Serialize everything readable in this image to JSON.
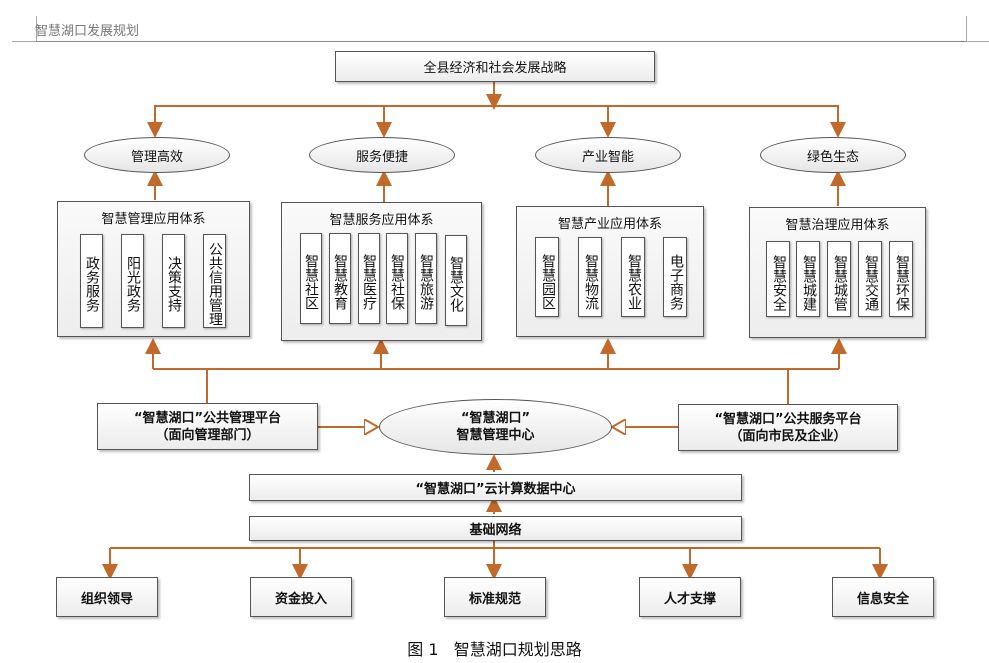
{
  "header": {
    "doc_title": "智慧湖口发展规划"
  },
  "top": {
    "strategy": "全县经济和社会发展战略"
  },
  "goals": [
    "管理高效",
    "服务便捷",
    "产业智能",
    "绿色生态"
  ],
  "systems": [
    {
      "title": "智慧管理应用体系",
      "items": [
        "政务服务",
        "阳光政务",
        "决策支持",
        "公共信用管理"
      ]
    },
    {
      "title": "智慧服务应用体系",
      "items": [
        "智慧社区",
        "智慧教育",
        "智慧医疗",
        "智慧社保",
        "智慧旅游",
        "智慧文化"
      ]
    },
    {
      "title": "智慧产业应用体系",
      "items": [
        "智慧园区",
        "智慧物流",
        "智慧农业",
        "电子商务"
      ]
    },
    {
      "title": "智慧治理应用体系",
      "items": [
        "智慧安全",
        "智慧城建",
        "智慧城管",
        "智慧交通",
        "智慧环保"
      ]
    }
  ],
  "platforms": {
    "left": {
      "line1": "“智慧湖口”公共管理平台",
      "line2": "（面向管理部门）"
    },
    "center": {
      "line1": "“智慧湖口”",
      "line2": "智慧管理中心"
    },
    "right": {
      "line1": "“智慧湖口”公共服务平台",
      "line2": "（面向市民及企业）"
    }
  },
  "datacenter": "“智慧湖口”云计算数据中心",
  "network": "基础网络",
  "supports": [
    "组织领导",
    "资金投入",
    "标准规范",
    "人才支撑",
    "信息安全"
  ],
  "caption": "图 1   智慧湖口规划思路",
  "colors": {
    "connector": "#c0692a",
    "border": "#555555"
  }
}
